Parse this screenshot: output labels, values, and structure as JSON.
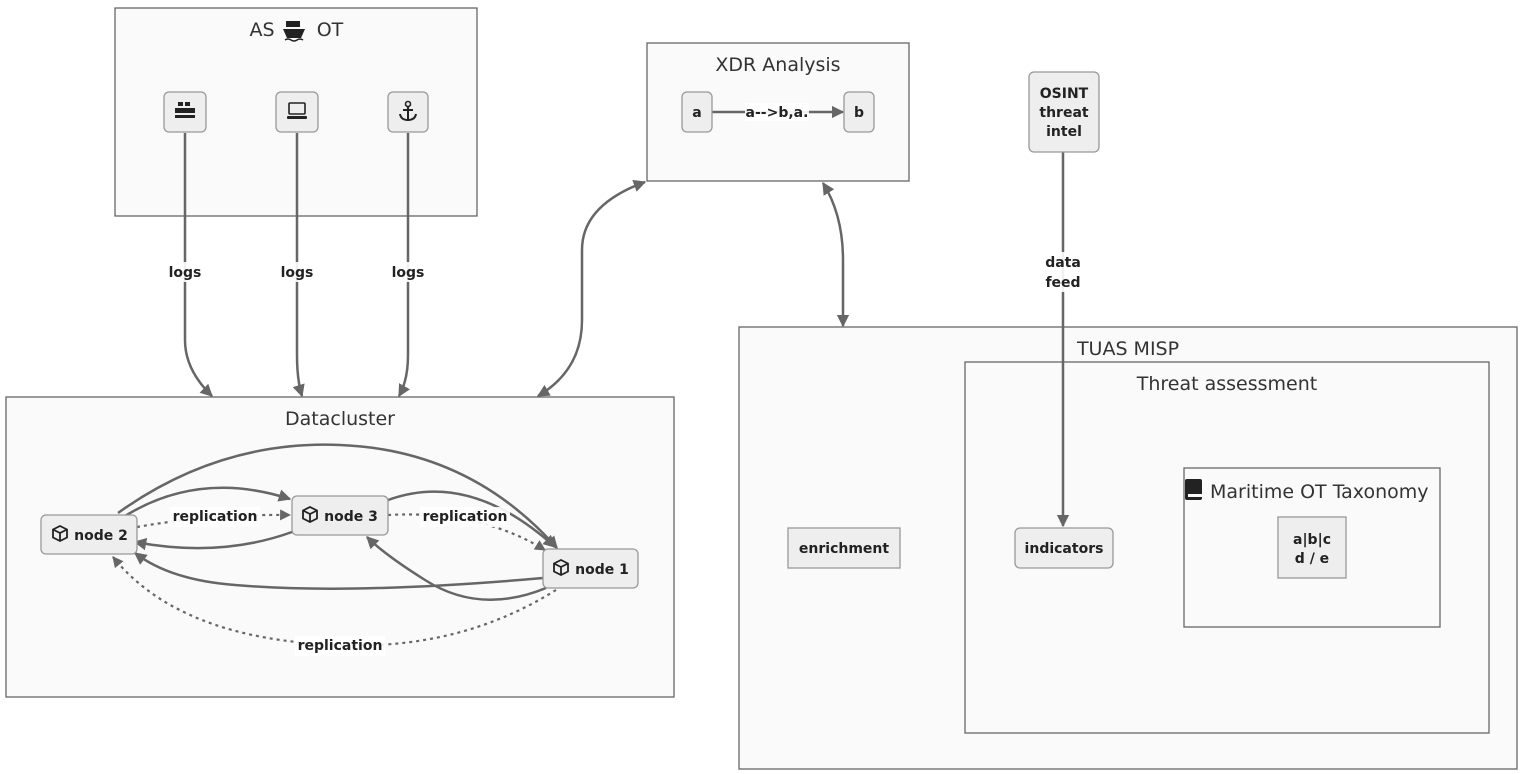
{
  "clusters": {
    "ot": {
      "title_prefix": "AS",
      "title_suffix": "OT",
      "title_icon": "ship-icon"
    },
    "xdr": {
      "title": "XDR Analysis"
    },
    "datacluster": {
      "title": "Datacluster"
    },
    "misp": {
      "title": "TUAS MISP"
    },
    "threat": {
      "title": "Threat assessment"
    },
    "taxonomy": {
      "title": "Maritime OT Taxonomy",
      "title_icon": "book-icon"
    }
  },
  "nodes": {
    "ot_device_1": {
      "icon": "ship-icon"
    },
    "ot_device_2": {
      "icon": "laptop-icon"
    },
    "ot_device_3": {
      "icon": "anchor-icon"
    },
    "xdr_a": {
      "label": "a"
    },
    "xdr_b": {
      "label": "b"
    },
    "osint": {
      "label_lines": [
        "OSINT",
        "threat",
        "intel"
      ]
    },
    "node1": {
      "label": "node 1",
      "icon": "cube-icon"
    },
    "node2": {
      "label": "node 2",
      "icon": "cube-icon"
    },
    "node3": {
      "label": "node 3",
      "icon": "cube-icon"
    },
    "enrichment": {
      "label": "enrichment"
    },
    "indicators": {
      "label": "indicators"
    },
    "taxonomy_table": {
      "label_lines": [
        "a|b|c",
        "d / e"
      ]
    }
  },
  "edges": {
    "logs_1": {
      "label": "logs"
    },
    "logs_2": {
      "label": "logs"
    },
    "logs_3": {
      "label": "logs"
    },
    "xdr_ab": {
      "label": "a-->b,a."
    },
    "data_feed": {
      "label_lines": [
        "data",
        "feed"
      ]
    },
    "replication_23": {
      "label": "replication"
    },
    "replication_31": {
      "label": "replication"
    },
    "replication_12": {
      "label": "replication"
    }
  },
  "colors": {
    "node_fill": "#eeeeee",
    "node_stroke": "#999999",
    "cluster_fill": "#fafafa",
    "cluster_stroke": "#666666",
    "edge": "#666666",
    "text": "#333333"
  }
}
